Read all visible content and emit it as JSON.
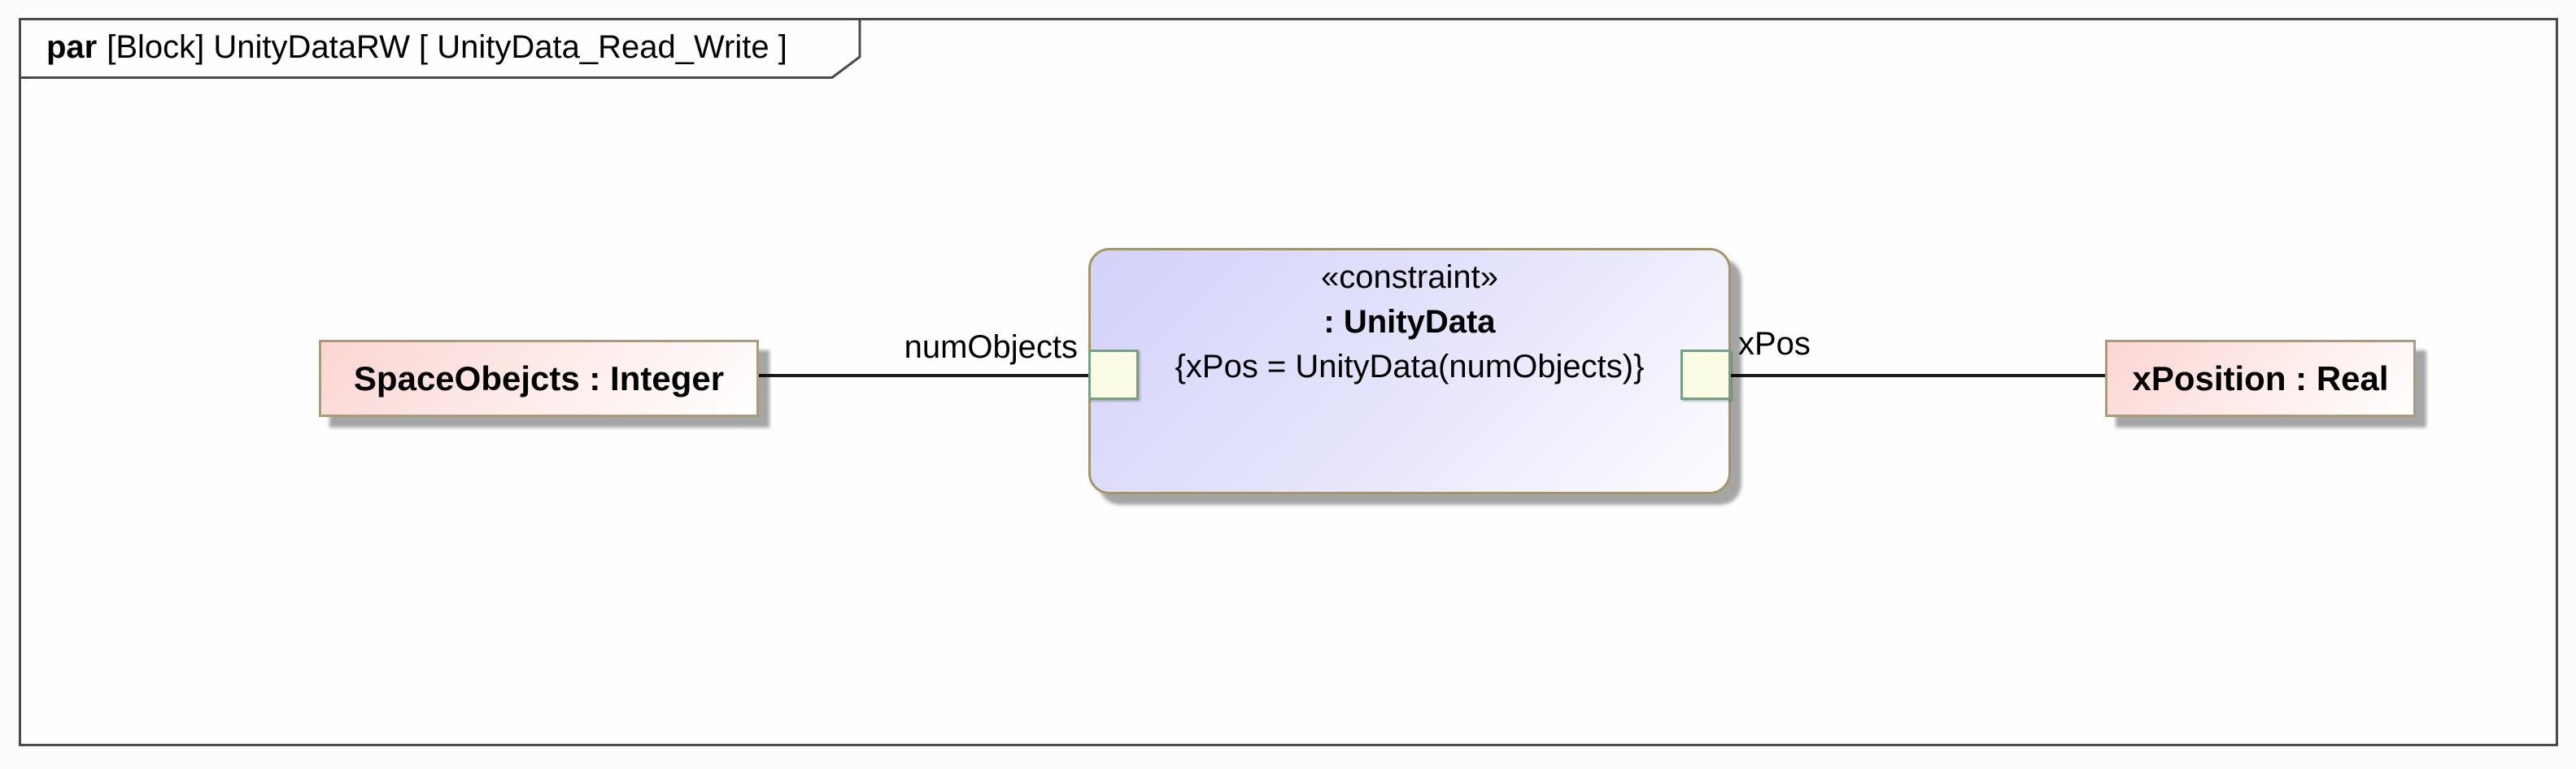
{
  "header": {
    "keyword": "par",
    "title": "[Block] UnityDataRW [ UnityData_Read_Write ]"
  },
  "parameters": {
    "left": {
      "label": "SpaceObejcts : Integer"
    },
    "right": {
      "label": "xPosition : Real"
    }
  },
  "constraint_block": {
    "stereotype": "«constraint»",
    "name": ": UnityData",
    "expression": "{xPos = UnityData(numObjects)}",
    "ports": [
      {
        "side": "left"
      },
      {
        "side": "right"
      }
    ]
  },
  "connectors": [
    {
      "label": "numObjects",
      "from": "SpaceObejcts : Integer",
      "to": "constraint left port"
    },
    {
      "label": "xPos",
      "from": "constraint right port",
      "to": "xPosition : Real"
    }
  ],
  "colors": {
    "frame-border": "#4a4a4a",
    "box-border": "#ab9b7d",
    "box-fill-start": "#fcd5d2",
    "constraint-border": "#a59467",
    "constraint-fill-start": "#d3d2fa",
    "port-border": "#76a083",
    "port-fill": "#fafce3",
    "connector": "#1a1a1a"
  }
}
